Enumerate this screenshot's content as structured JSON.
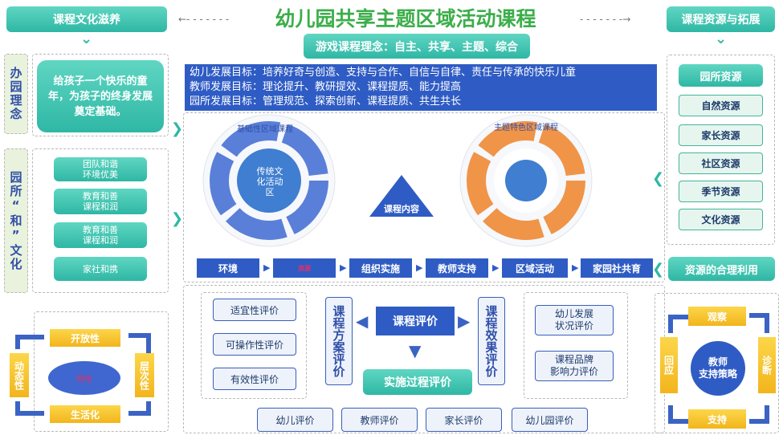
{
  "title": "幼儿园共享主题区域活动课程",
  "left_header": "课程文化滋养",
  "right_header": "课程资源与拓展",
  "philosophy": "游戏课程理念：自主、共享、主题、综合",
  "goals": [
    "幼儿发展目标：培养好奇与创造、支持与合作、自信与自律、责任与传承的快乐儿童",
    "教师发展目标：理论提升、教研提效、课程提质、能力提高",
    "园所发展目标：管理规范、探索创新、课程提质、共生共长"
  ],
  "school_idea": {
    "label": "办园理念",
    "text": "给孩子一个快乐的童年，为孩子的终身发展奠定基础。"
  },
  "culture": {
    "label": "园所“和”文化",
    "items": [
      "团队和谐\n环境优美",
      "教育和善\n课程和润",
      "教育和善\n课程和润",
      "家社和携"
    ]
  },
  "features": {
    "center": "特性",
    "items": [
      "开放性",
      "层次性",
      "生活化",
      "动态性"
    ]
  },
  "wheels": {
    "basic": {
      "title": "基础性区域课程",
      "center": "传统文化活动区"
    },
    "theme": {
      "title": "主题特色区域课程"
    }
  },
  "content_label": "课程内容",
  "process": [
    "环境",
    "资源",
    "组织实施",
    "教师支持",
    "区域活动",
    "家园社共育"
  ],
  "eval_left": [
    "适宜性评价",
    "可操作性评价",
    "有效性评价"
  ],
  "eval_center": {
    "main": "课程评价",
    "plan": "课程方案评价",
    "effect": "课程效果评价",
    "process": "实施过程评价"
  },
  "eval_right": [
    "幼儿发展\n状况评价",
    "课程品牌\n影响力评价"
  ],
  "eval_bottom": [
    "幼儿评价",
    "教师评价",
    "家长评价",
    "幼儿园评价"
  ],
  "resources": {
    "header": "园所资源",
    "items": [
      "自然资源",
      "家长资源",
      "社区资源",
      "季节资源",
      "文化资源"
    ],
    "use": "资源的合理利用"
  },
  "strategy": {
    "center": "教师\n支持策略",
    "items": [
      "观察",
      "诊断",
      "支持",
      "回应"
    ]
  }
}
